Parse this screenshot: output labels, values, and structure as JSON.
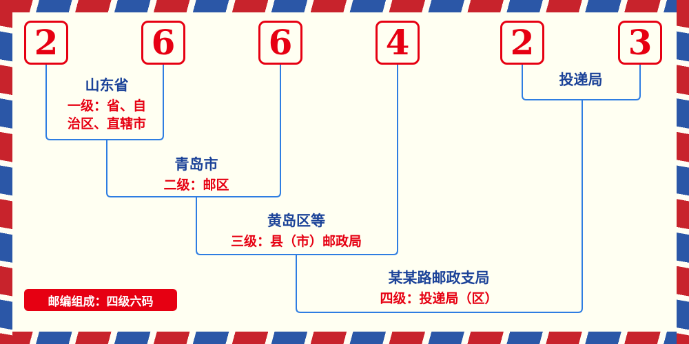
{
  "postal_code": {
    "digits": [
      "2",
      "6",
      "6",
      "4",
      "2",
      "3"
    ]
  },
  "levels": [
    {
      "title": "山东省",
      "desc": "一级：省、自治区、直辖市"
    },
    {
      "title": "青岛市",
      "desc": "二级：邮区"
    },
    {
      "title": "黄岛区等",
      "desc": "三级：县（市）邮政局"
    },
    {
      "title": "某某路邮政支局",
      "desc": "四级：投递局（区）"
    }
  ],
  "delivery": {
    "label": "投递局"
  },
  "badge": {
    "text": "邮编组成：四级六码"
  },
  "colors": {
    "digit_red": "#e60012",
    "line_blue": "#2e7de2",
    "title_blue": "#1b4298",
    "desc_red": "#e60012",
    "badge_bg": "#e60012",
    "border_red": "#c8232c",
    "border_blue": "#2b57a7",
    "background": "#fffff2"
  }
}
